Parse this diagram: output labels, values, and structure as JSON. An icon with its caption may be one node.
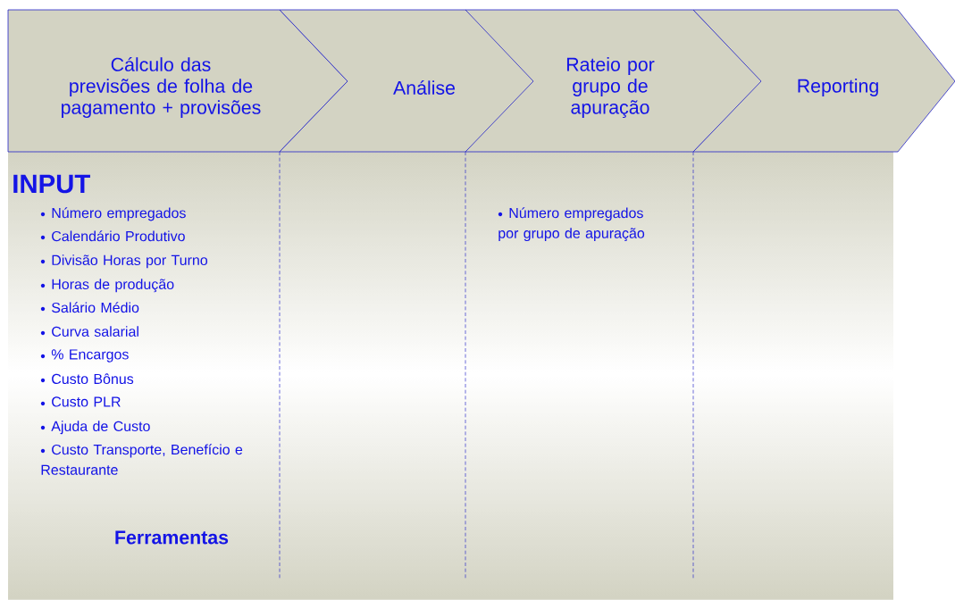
{
  "diagram": {
    "nodes": [
      {
        "text": [
          "Cálculo das previsões de folha de pagamento + provisões"
        ]
      },
      {
        "text": [
          "Análise"
        ]
      },
      {
        "text": [
          "Rateio por grupo de apuração"
        ]
      },
      {
        "text": [
          "Reporting"
        ]
      }
    ],
    "labels": [
      "INPUT",
      "Número empregados",
      "Calendário Produtivo",
      "Divisão Horas por Turno",
      "Horas de produção",
      "Salário Médio",
      "Curva salarial",
      "% Encargos",
      "Custo Bônus",
      "Custo PLR",
      "Ajuda de Custo",
      "Custo Transporte, Benefício e Restaurante",
      "Ferramentas",
      "Número empregados por grupo de apuração"
    ]
  }
}
